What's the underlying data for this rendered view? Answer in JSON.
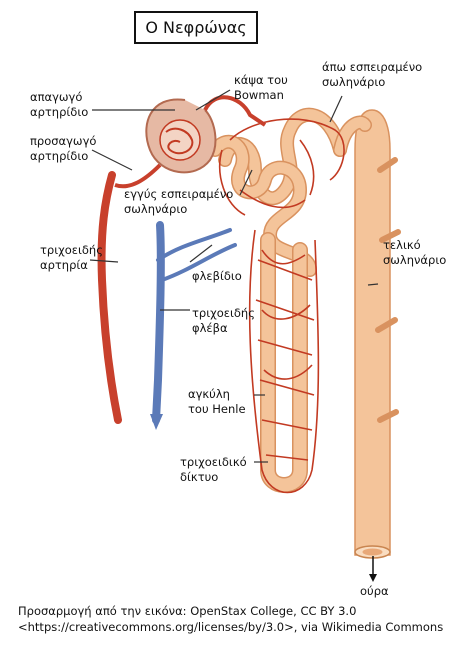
{
  "title": "Ο Νεφρώνας",
  "labels": {
    "efferent_arteriole": "απαγωγό\nαρτηρίδιο",
    "bowman_capsule": "κάψα του\nBowman",
    "distal_tubule": "άπω εσπειραμένο\nσωληνάριο",
    "afferent_arteriole": "προσαγωγό\nαρτηρίδιο",
    "proximal_tubule": "εγγύς εσπειραμένο\nσωληνάριο",
    "capillary_artery": "τριχοειδής\nαρτηρία",
    "collecting_duct": "τελικό\nσωληνάριο",
    "venule": "φλεβίδιο",
    "capillary_vein": "τριχοειδής\nφλέβα",
    "loop_of_henle": "αγκύλη\nτου Henle",
    "capillary_network": "τριχοειδικό\nδίκτυο",
    "urine": "ούρα"
  },
  "credit": {
    "line1": "Προσαρμογή από την εικόνα: OpenStax College, CC BY 3.0",
    "line2": "<https://creativecommons.org/licenses/by/3.0>, via Wikimedia Commons"
  },
  "colors": {
    "artery": "#c8402c",
    "vein": "#5b7ab8",
    "tubule_fill": "#f4c49a",
    "tubule_stroke": "#d9925f",
    "capillary": "#c23a22",
    "capsule": "#e6b9a4"
  }
}
